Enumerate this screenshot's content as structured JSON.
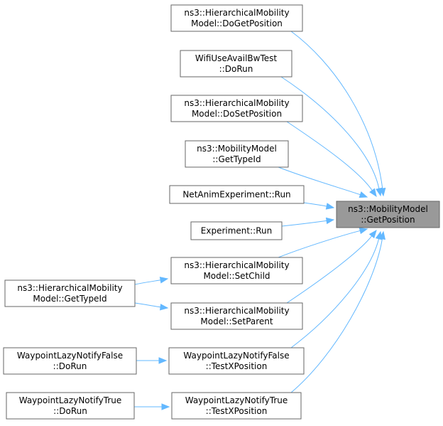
{
  "graph": {
    "nodes": [
      {
        "id": "target",
        "lines": [
          "ns3::MobilityModel",
          "::GetPosition"
        ],
        "highlight": true
      },
      {
        "id": "hmm_dogetposition",
        "lines": [
          "ns3::HierarchicalMobility",
          "Model::DoGetPosition"
        ]
      },
      {
        "id": "wifiuse_dorun",
        "lines": [
          "WifiUseAvailBwTest",
          "::DoRun"
        ]
      },
      {
        "id": "hmm_dosetposition",
        "lines": [
          "ns3::HierarchicalMobility",
          "Model::DoSetPosition"
        ]
      },
      {
        "id": "mm_gettypeid",
        "lines": [
          "ns3::MobilityModel",
          "::GetTypeId"
        ]
      },
      {
        "id": "netanim_run",
        "lines": [
          "NetAnimExperiment::Run"
        ]
      },
      {
        "id": "experiment_run",
        "lines": [
          "Experiment::Run"
        ]
      },
      {
        "id": "hmm_setchild",
        "lines": [
          "ns3::HierarchicalMobility",
          "Model::SetChild"
        ]
      },
      {
        "id": "hmm_setparent",
        "lines": [
          "ns3::HierarchicalMobility",
          "Model::SetParent"
        ]
      },
      {
        "id": "wlnf_testx",
        "lines": [
          "WaypointLazyNotifyFalse",
          "::TestXPosition"
        ]
      },
      {
        "id": "wlnt_testx",
        "lines": [
          "WaypointLazyNotifyTrue",
          "::TestXPosition"
        ]
      },
      {
        "id": "hmm_gettypeid",
        "lines": [
          "ns3::HierarchicalMobility",
          "Model::GetTypeId"
        ]
      },
      {
        "id": "wlnf_dorun",
        "lines": [
          "WaypointLazyNotifyFalse",
          "::DoRun"
        ]
      },
      {
        "id": "wlnt_dorun",
        "lines": [
          "WaypointLazyNotifyTrue",
          "::DoRun"
        ]
      }
    ],
    "edges": [
      {
        "from": "hmm_dogetposition",
        "to": "target"
      },
      {
        "from": "wifiuse_dorun",
        "to": "target"
      },
      {
        "from": "hmm_dosetposition",
        "to": "target"
      },
      {
        "from": "mm_gettypeid",
        "to": "target"
      },
      {
        "from": "netanim_run",
        "to": "target"
      },
      {
        "from": "experiment_run",
        "to": "target"
      },
      {
        "from": "hmm_setchild",
        "to": "target"
      },
      {
        "from": "hmm_setparent",
        "to": "target"
      },
      {
        "from": "wlnf_testx",
        "to": "target"
      },
      {
        "from": "wlnt_testx",
        "to": "target"
      },
      {
        "from": "hmm_gettypeid",
        "to": "hmm_setchild"
      },
      {
        "from": "hmm_gettypeid",
        "to": "hmm_setparent"
      },
      {
        "from": "wlnf_dorun",
        "to": "wlnf_testx"
      },
      {
        "from": "wlnt_dorun",
        "to": "wlnt_testx"
      }
    ],
    "colors": {
      "edge": "#63b8ff",
      "node_border": "#666666",
      "node_fill": "#ffffff",
      "highlight_fill": "#999999"
    }
  }
}
